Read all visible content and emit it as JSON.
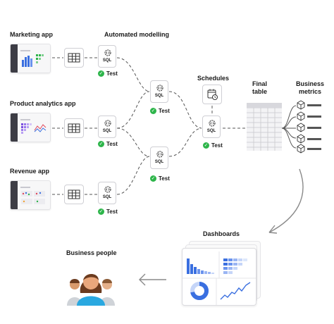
{
  "labels": {
    "marketing_app": "Marketing app",
    "automated_modelling": "Automated modelling",
    "product_analytics_app": "Product analytics app",
    "revenue_app": "Revenue app",
    "schedules": "Schedules",
    "final_table": "Final\ntable",
    "business_metrics": "Business\nmetrics",
    "dashboards": "Dashboards",
    "business_people": "Business people"
  },
  "sql_label": "SQL",
  "test_label": "Test",
  "colors": {
    "accent_blue": "#3a6fe0",
    "test_green": "#2db54a",
    "purple": "#7b4fe0",
    "line_gray": "#555555"
  }
}
